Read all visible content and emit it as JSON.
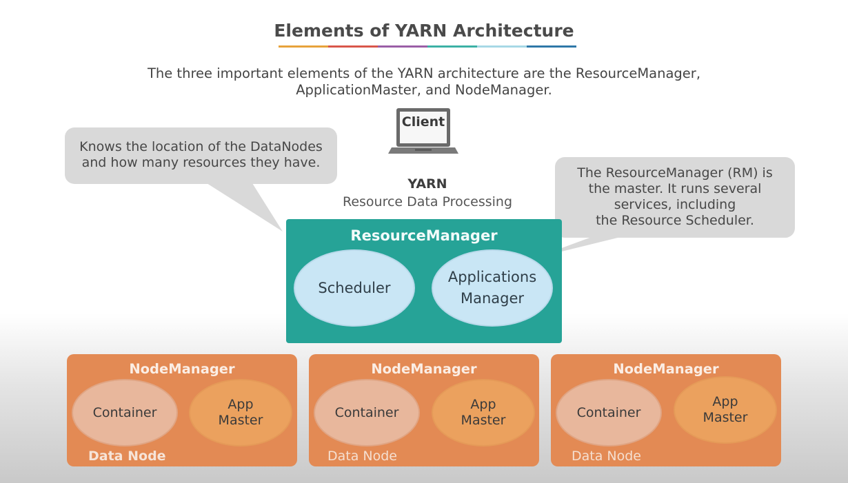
{
  "title": "Elements of YARN Architecture",
  "title_bar_colors": [
    "#e7a23b",
    "#d9564a",
    "#9a5ea6",
    "#3cb1a5",
    "#a7d8e6",
    "#2f78a8"
  ],
  "intro": {
    "line1": "The three important elements of the YARN architecture are the ResourceManager,",
    "line2": "ApplicationMaster, and NodeManager."
  },
  "client": {
    "label": "Client",
    "icon": "laptop-icon"
  },
  "callout_left": {
    "line1": "Knows the location of the DataNodes",
    "line2": "and how many resources they have."
  },
  "callout_right": {
    "line1": "The ResourceManager (RM) is",
    "line2": "the master. It runs several",
    "line3": "services, including",
    "line4": "the Resource Scheduler."
  },
  "yarn": {
    "label": "YARN",
    "sublabel": "Resource Data Processing"
  },
  "resource_manager": {
    "title": "ResourceManager",
    "scheduler": "Scheduler",
    "apps_manager_line1": "Applications",
    "apps_manager_line2": "Manager",
    "color": "#26a397"
  },
  "node_managers": [
    {
      "title": "NodeManager",
      "container": "Container",
      "app_line1": "App",
      "app_line2": "Master",
      "data_node": "Data Node"
    },
    {
      "title": "NodeManager",
      "container": "Container",
      "app_line1": "App",
      "app_line2": "Master",
      "data_node": "Data Node"
    },
    {
      "title": "NodeManager",
      "container": "Container",
      "app_line1": "App",
      "app_line2": "Master",
      "data_node": "Data Node"
    }
  ],
  "colors": {
    "node_manager": "#e38a54",
    "callout": "#d9d9d9",
    "rm_ellipse": "#c9e6f5"
  }
}
